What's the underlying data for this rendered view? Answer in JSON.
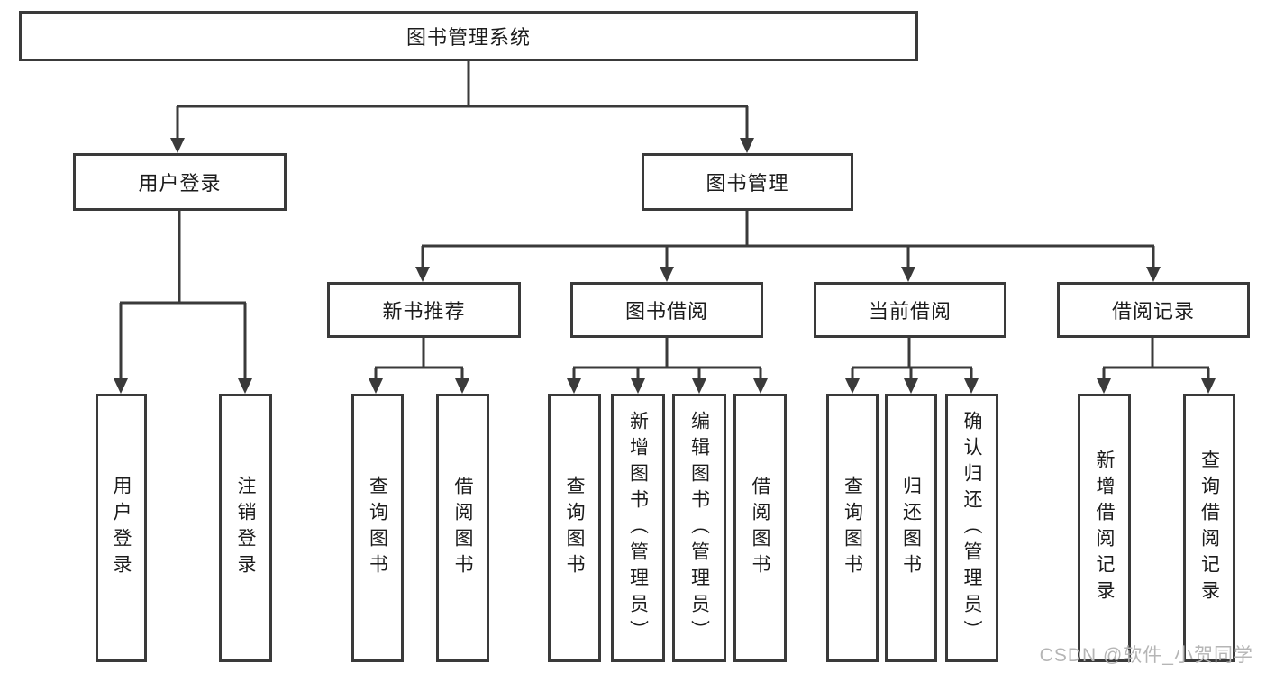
{
  "nodes": {
    "root": "图书管理系统",
    "login": "用户登录",
    "mgmt": "图书管理",
    "login_children": [
      "用户登录",
      "注销登录"
    ],
    "mgmt_children": [
      "新书推荐",
      "图书借阅",
      "当前借阅",
      "借阅记录"
    ],
    "new_book_children": [
      "查询图书",
      "借阅图书"
    ],
    "borrow_children": [
      "查询图书",
      "新增图书（管理员）",
      "编辑图书（管理员）",
      "借阅图书"
    ],
    "current_children": [
      "查询图书",
      "归还图书",
      "确认归还（管理员）"
    ],
    "records_children": [
      "新增借阅记录",
      "查询借阅记录"
    ]
  },
  "watermark": "CSDN @软件_小贺同学",
  "colors": {
    "line": "#3a3a3a",
    "text": "#1c1c1c",
    "watermark_gray": "#b5b5b5",
    "background": "#ffffff"
  }
}
